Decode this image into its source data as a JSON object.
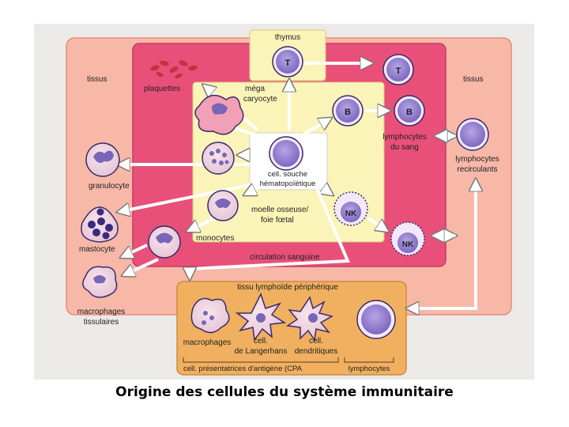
{
  "caption": "Origine des cellules du système immunitaire",
  "labels": {
    "thymus": "thymus",
    "tissus_left": "tissus",
    "tissus_right": "tissus",
    "plaquettes": "plaquettes",
    "mega_1": "méga",
    "mega_2": "caryocyte",
    "stem_1": "cell. souche",
    "stem_2": "hématopoïétique",
    "moelle_1": "moelle osseuse/",
    "moelle_2": "foie fœtal",
    "monocytes": "monocytes",
    "circulation": "circulation sanguine",
    "granulocyte": "granulocyte",
    "mastocyte": "mastocyte",
    "macro_tiss_1": "macrophages",
    "macro_tiss_2": "tissulaires",
    "lympho_sang_1": "lymphocytes",
    "lympho_sang_2": "du sang",
    "lympho_recirc_1": "lymphocytes",
    "lympho_recirc_2": "recirculants",
    "tissu_lympho": "tissu lymphoïde périphérique",
    "macrophages": "macrophages",
    "langerhans_1": "cell.",
    "langerhans_2": "de Langerhans",
    "dendritiques_1": "cell.",
    "dendritiques_2": "dendritiques",
    "cpa": "cell. présentatrices d'antigène (CPA",
    "lymphocytes_bottom": "lymphocytes",
    "cell_T_thymus": "T",
    "cell_T_blood": "T",
    "cell_B_marrow": "B",
    "cell_B_blood": "B",
    "cell_NK_marrow": "NK",
    "cell_NK_blood": "NK"
  },
  "colors": {
    "scan_paper": "#eceae8",
    "tissue_zone": "#f7b8a8",
    "blood_zone": "#e8507a",
    "marrow_zone": "#fbf4b8",
    "thymus_zone": "#fbf4b8",
    "lymphoid_zone": "#f0b060",
    "cell_purple": "#8a74c8",
    "cell_border": "#3a2a6a"
  }
}
